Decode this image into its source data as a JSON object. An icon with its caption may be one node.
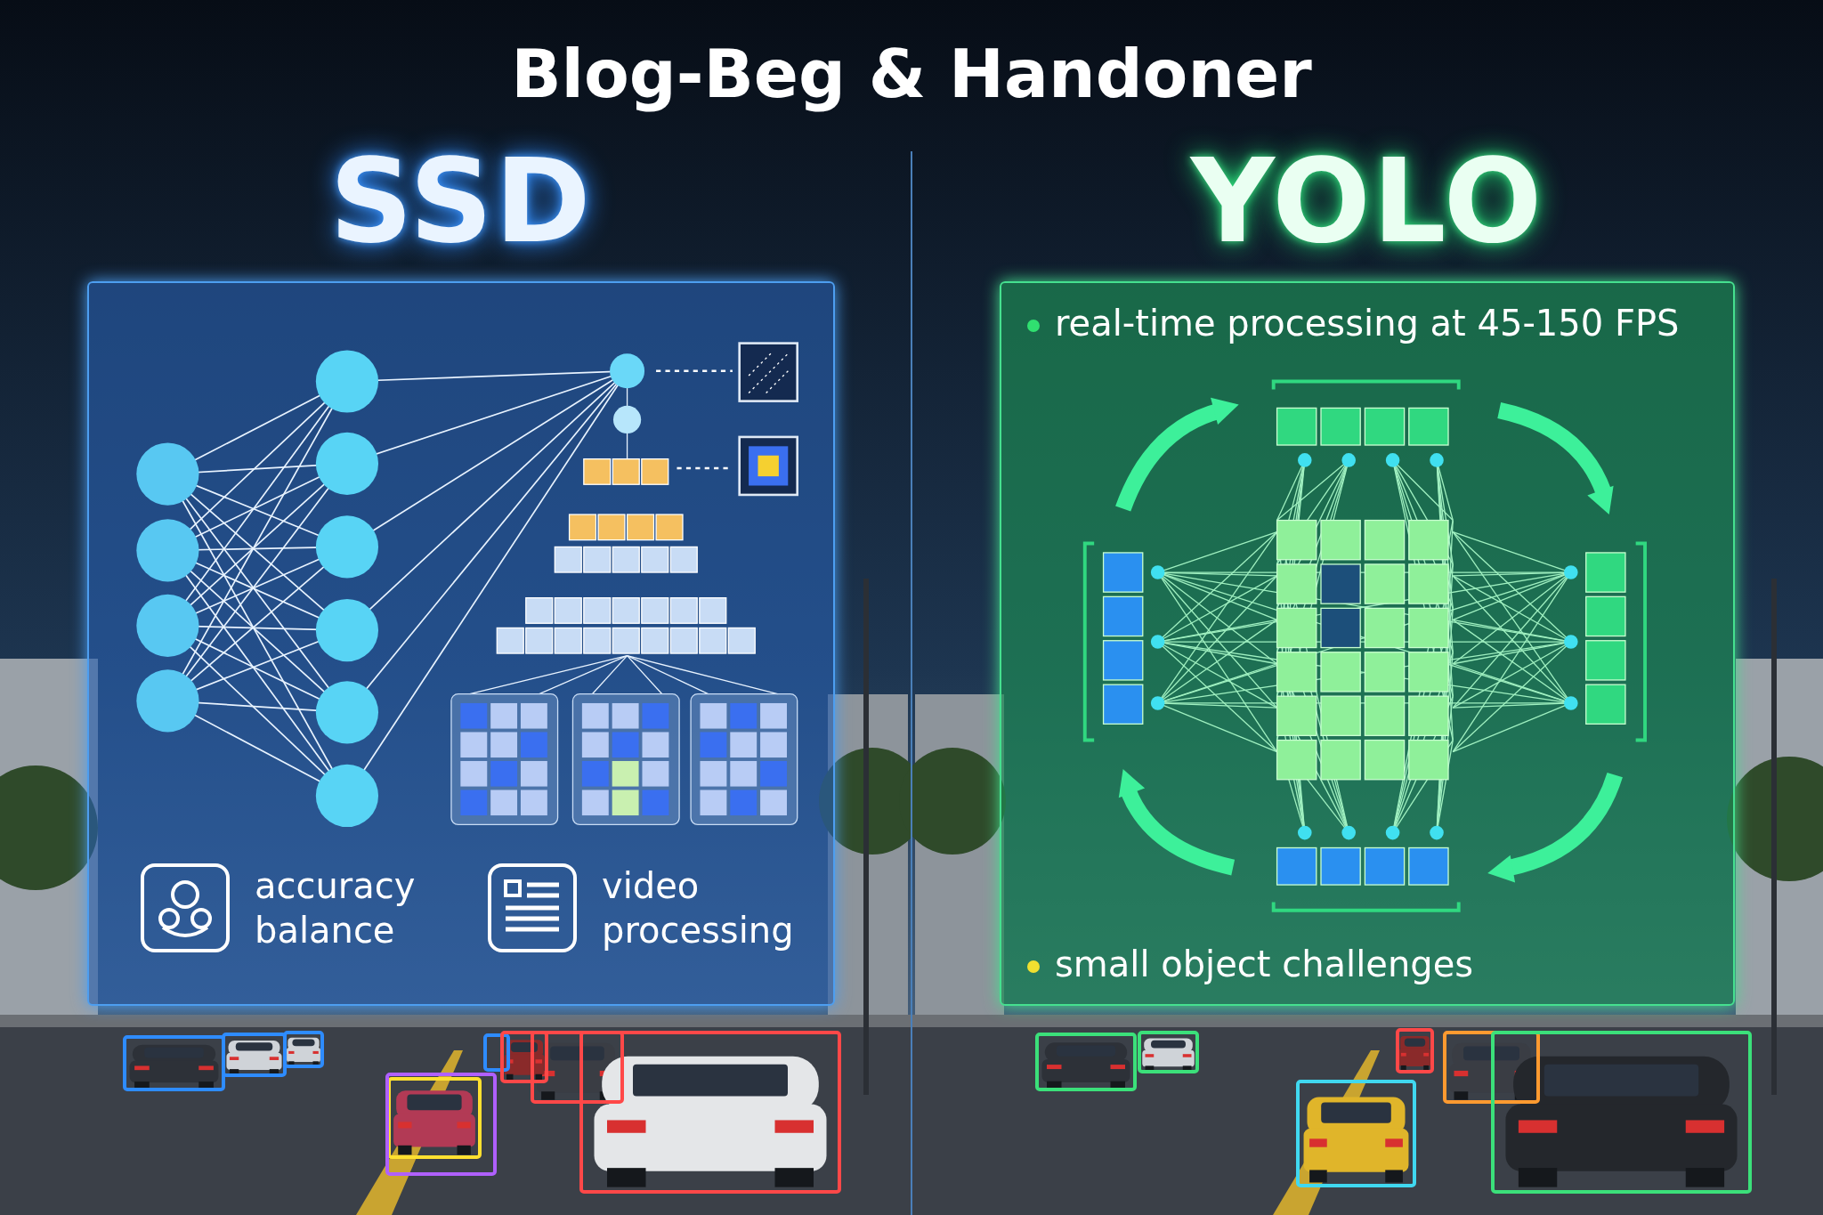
{
  "diagram": {
    "title": "Blog-Beg & Handoner",
    "nodes": [
      {
        "text": [
          "SSD"
        ]
      },
      {
        "text": [
          "accuracy balance"
        ],
        "in": 0
      },
      {
        "text": [
          "video processing"
        ],
        "in": 0
      },
      {
        "text": [
          "YOLO"
        ]
      },
      {
        "text": [
          "real-time processing at 45-150 FPS"
        ],
        "in": 3
      },
      {
        "text": [
          "small object challenges"
        ],
        "in": 3
      }
    ]
  }
}
